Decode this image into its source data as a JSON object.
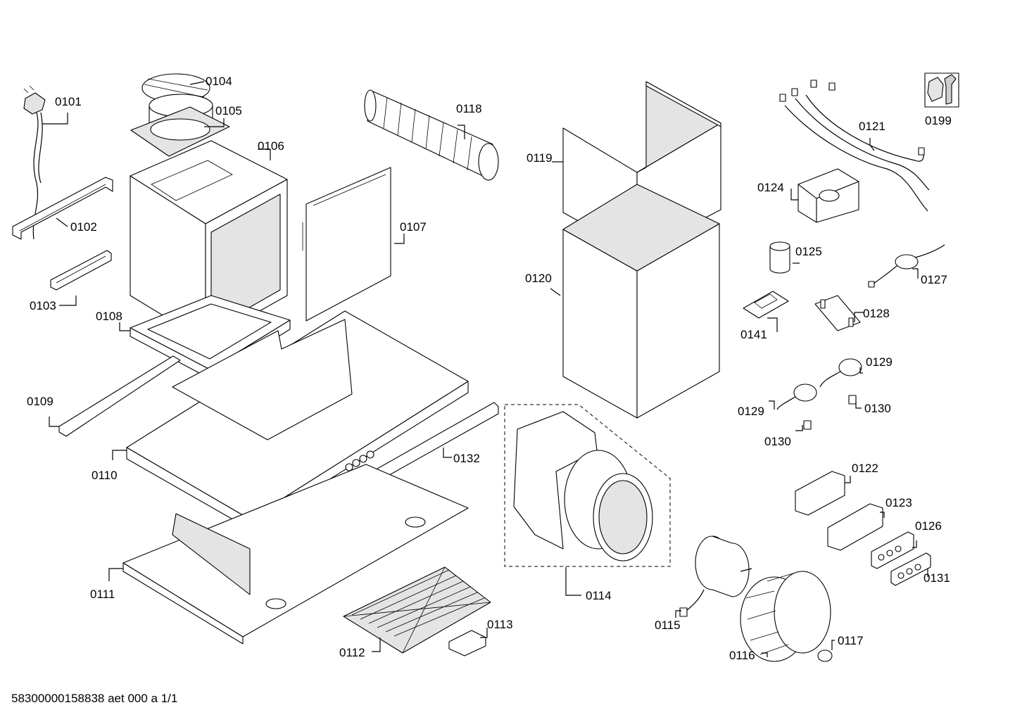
{
  "parts": [
    {
      "id": "p0101",
      "label": "0101"
    },
    {
      "id": "p0102",
      "label": "0102"
    },
    {
      "id": "p0103",
      "label": "0103"
    },
    {
      "id": "p0104",
      "label": "0104"
    },
    {
      "id": "p0105",
      "label": "0105"
    },
    {
      "id": "p0106",
      "label": "0106"
    },
    {
      "id": "p0107",
      "label": "0107"
    },
    {
      "id": "p0108",
      "label": "0108"
    },
    {
      "id": "p0109",
      "label": "0109"
    },
    {
      "id": "p0110",
      "label": "0110"
    },
    {
      "id": "p0111",
      "label": "0111"
    },
    {
      "id": "p0112",
      "label": "0112"
    },
    {
      "id": "p0113",
      "label": "0113"
    },
    {
      "id": "p0114",
      "label": "0114"
    },
    {
      "id": "p0115",
      "label": "0115"
    },
    {
      "id": "p0116",
      "label": "0116"
    },
    {
      "id": "p0117",
      "label": "0117"
    },
    {
      "id": "p0118",
      "label": "0118"
    },
    {
      "id": "p0119",
      "label": "0119"
    },
    {
      "id": "p0120",
      "label": "0120"
    },
    {
      "id": "p0121",
      "label": "0121"
    },
    {
      "id": "p0122",
      "label": "0122"
    },
    {
      "id": "p0123",
      "label": "0123"
    },
    {
      "id": "p0124",
      "label": "0124"
    },
    {
      "id": "p0125",
      "label": "0125"
    },
    {
      "id": "p0126",
      "label": "0126"
    },
    {
      "id": "p0127",
      "label": "0127"
    },
    {
      "id": "p0128",
      "label": "0128"
    },
    {
      "id": "p0129a",
      "label": "0129"
    },
    {
      "id": "p0129b",
      "label": "0129"
    },
    {
      "id": "p0130a",
      "label": "0130"
    },
    {
      "id": "p0130b",
      "label": "0130"
    },
    {
      "id": "p0131",
      "label": "0131"
    },
    {
      "id": "p0132",
      "label": "0132"
    },
    {
      "id": "p0141",
      "label": "0141"
    },
    {
      "id": "p0199",
      "label": "0199"
    }
  ],
  "footer": {
    "document_id": "58300000158838 aet 000 a 1/1"
  },
  "icons": {
    "tools_symbol": "wrench-icon"
  }
}
